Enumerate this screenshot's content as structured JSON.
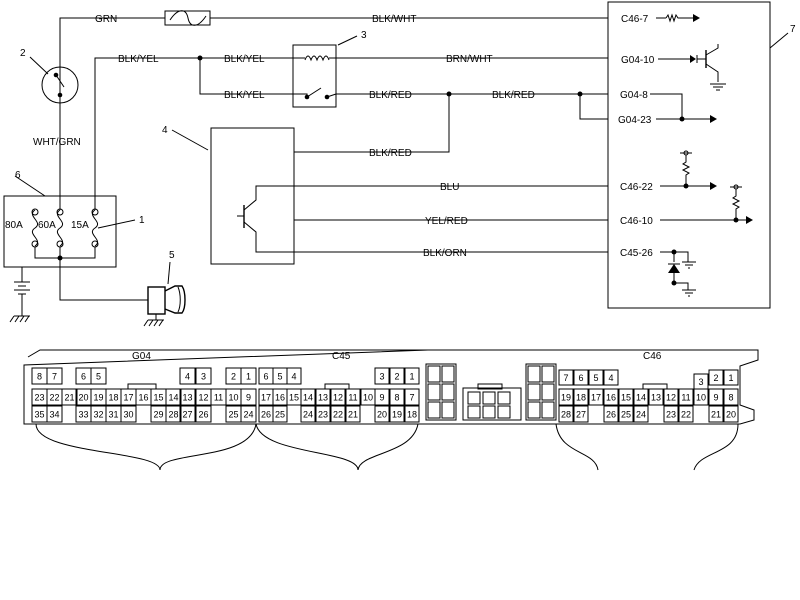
{
  "wires": {
    "grn": "GRN",
    "blk_wht": "BLK/WHT",
    "blk_yel_1": "BLK/YEL",
    "blk_yel_2": "BLK/YEL",
    "blk_yel_3": "BLK/YEL",
    "brn_wht": "BRN/WHT",
    "blk_red_1": "BLK/RED",
    "blk_red_2": "BLK/RED",
    "blk_red_3": "BLK/RED",
    "wht_grn": "WHT/GRN",
    "blu": "BLU",
    "yel_red": "YEL/RED",
    "blk_orn": "BLK/ORN"
  },
  "terminals": {
    "c46_7": "C46-7",
    "g04_10": "G04-10",
    "g04_8": "G04-8",
    "g04_23": "G04-23",
    "c46_22": "C46-22",
    "c46_10": "C46-10",
    "c45_26": "C45-26"
  },
  "fuses": {
    "f80": "80A",
    "f60": "60A",
    "f15": "15A"
  },
  "callouts": {
    "c1": "1",
    "c2": "2",
    "c3": "3",
    "c4": "4",
    "c5": "5",
    "c6": "6",
    "c7": "7"
  },
  "connectors": {
    "g04": "G04",
    "c45": "C45",
    "c46": "C46",
    "pins": [
      "8",
      "7",
      "6",
      "5",
      "4",
      "3",
      "2",
      "1",
      "23",
      "22",
      "21",
      "20",
      "19",
      "18",
      "17",
      "16",
      "15",
      "14",
      "13",
      "12",
      "11",
      "10",
      "9",
      "35",
      "34",
      "33",
      "32",
      "31",
      "30",
      "29",
      "28",
      "27",
      "26",
      "25",
      "24",
      "6",
      "5",
      "4",
      "3",
      "2",
      "1",
      "17",
      "16",
      "15",
      "14",
      "13",
      "12",
      "11",
      "10",
      "9",
      "8",
      "7",
      "26",
      "25",
      "24",
      "23",
      "22",
      "21",
      "20",
      "19",
      "18",
      "7",
      "6",
      "5",
      "4",
      "2",
      "1",
      "3",
      "19",
      "18",
      "17",
      "16",
      "15",
      "14",
      "13",
      "12",
      "11",
      "10",
      "9",
      "8",
      "28",
      "27",
      "26",
      "25",
      "24",
      "23",
      "22",
      "21",
      "20"
    ]
  }
}
